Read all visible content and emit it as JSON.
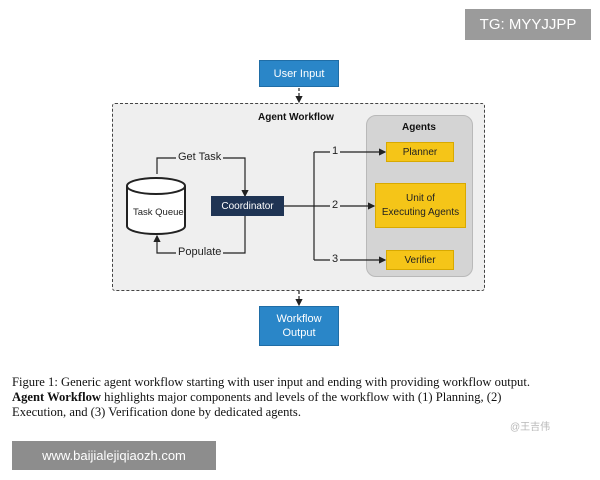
{
  "tag": "TG: MYYJJPP",
  "nodes": {
    "user_input": "User Input",
    "workflow_title": "Agent Workflow",
    "agents_title": "Agents",
    "get_task": "Get Task",
    "task_queue": "Task Queue",
    "populate": "Populate",
    "coordinator": "Coordinator",
    "planner": "Planner",
    "unit_line1": "Unit of",
    "unit_line2": "Executing Agents",
    "verifier": "Verifier",
    "workflow_output_line1": "Workflow",
    "workflow_output_line2": "Output",
    "step1": "1",
    "step2": "2",
    "step3": "3"
  },
  "caption": {
    "line1": "Figure 1: Generic agent workflow starting with user input and ending with providing workflow output.",
    "bold": "Agent Workflow",
    "line2_rest": " highlights major components and levels of the workflow with (1) Planning, (2)",
    "line3": "Execution, and (3) Verification done by dedicated agents."
  },
  "watermark": {
    "url": "www.baijialejiqiaozh.com",
    "weibo": "@王吉伟"
  },
  "colors": {
    "blue": "#2a86c8",
    "yellow": "#f5c518",
    "navy": "#1f3454",
    "dashed_panel": "#efefef",
    "agents_panel": "#d4d4d4"
  }
}
